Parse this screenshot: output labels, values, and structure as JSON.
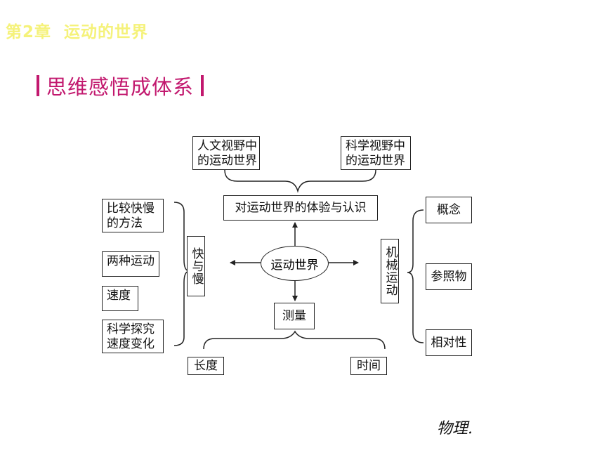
{
  "header": {
    "chapter": "第2章  运动的世界",
    "section": "思维感悟成体系"
  },
  "diagram": {
    "center": "运动世界",
    "top": {
      "main": "对运动世界的体验与认识",
      "left": "人文视野中的运动世界",
      "right": "科学视野中的运动世界"
    },
    "left": {
      "hub": "快与慢",
      "items": [
        "比较快慢的方法",
        "两种运动",
        "速度",
        "科学探究速度变化"
      ]
    },
    "right": {
      "hub": "机械运动",
      "items": [
        "概念",
        "参照物",
        "相对性"
      ]
    },
    "bottom": {
      "main": "测量",
      "items": [
        "长度",
        "时间"
      ]
    }
  },
  "footer": {
    "text": "物理."
  }
}
